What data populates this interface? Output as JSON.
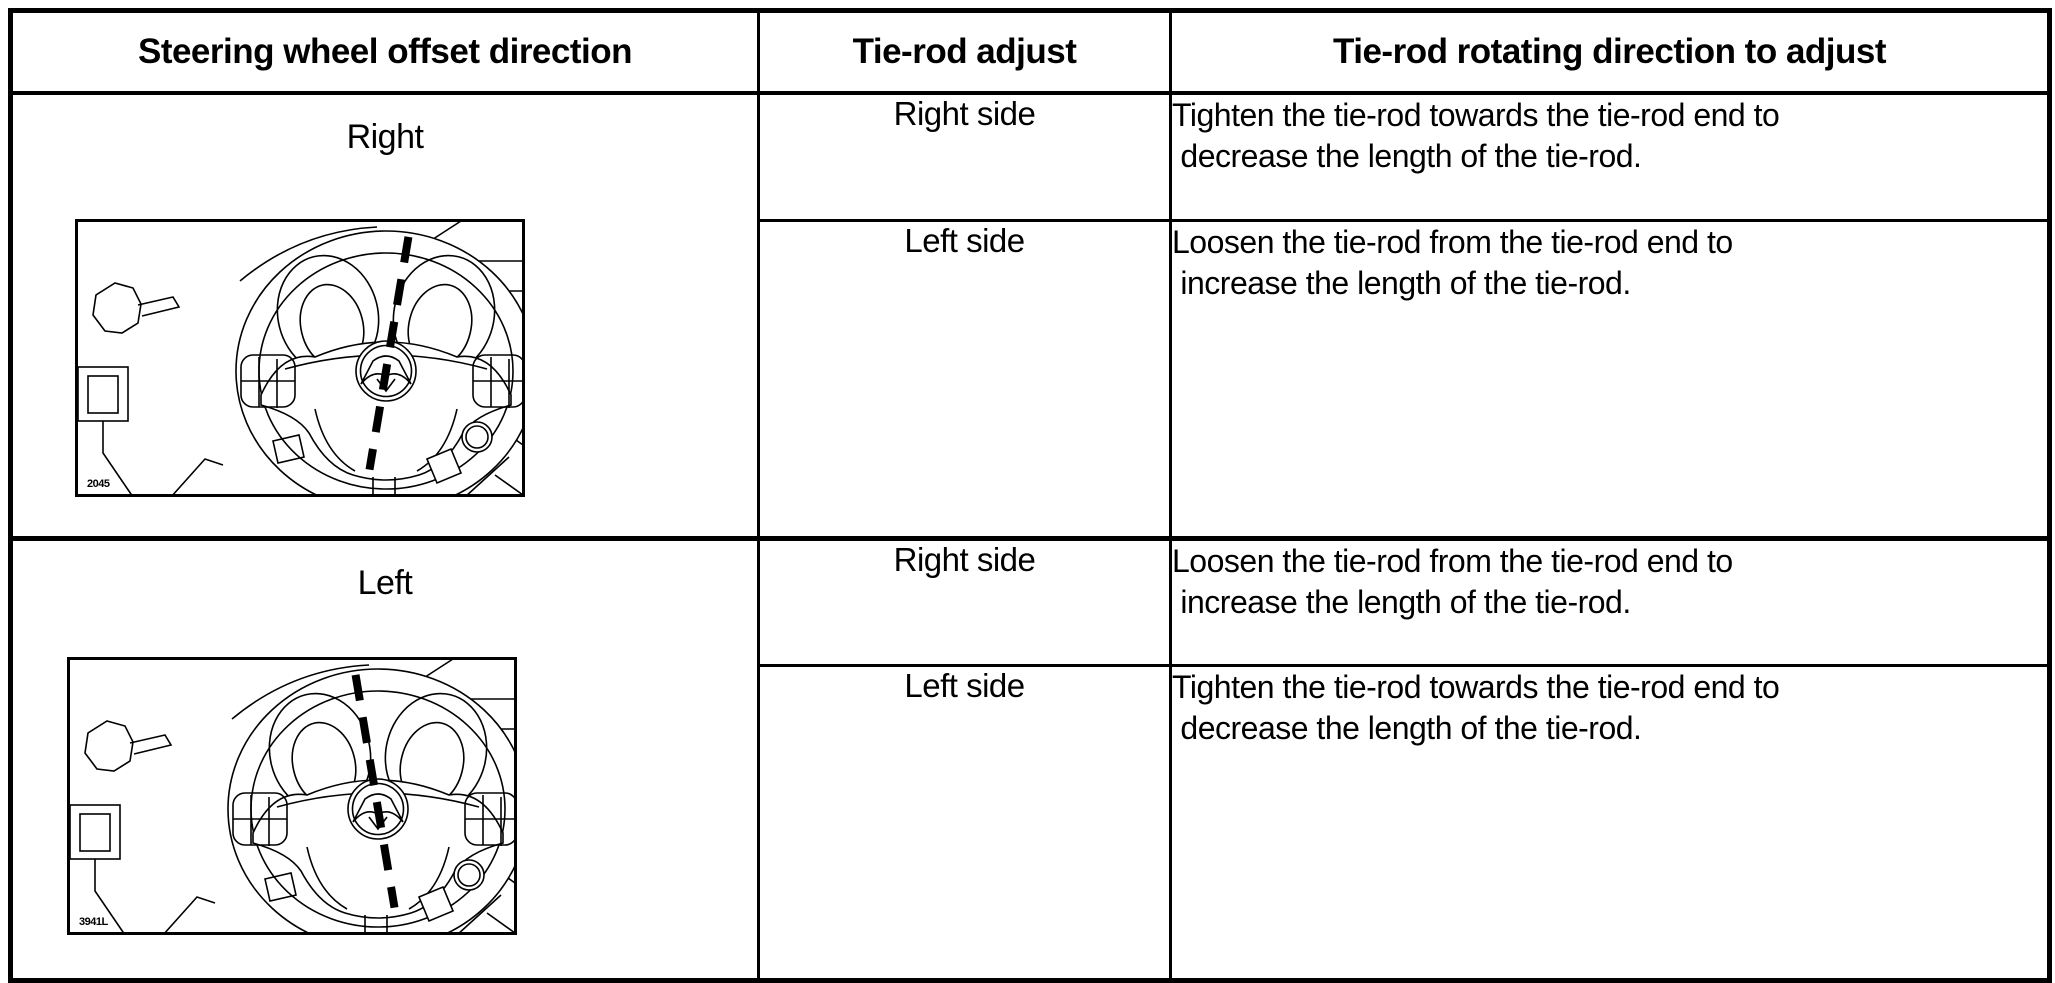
{
  "table": {
    "headers": [
      "Steering wheel offset direction",
      "Tie-rod adjust",
      "Tie-rod rotating direction to adjust"
    ],
    "rows": [
      {
        "offset_direction": "Right",
        "figure": {
          "code": "2045",
          "dash_tilt_deg": 9.5
        },
        "adjustments": [
          {
            "side": "Right side",
            "instruction": "Tighten the tie-rod towards the tie-rod end to\n decrease the length of the tie-rod."
          },
          {
            "side": "Left side",
            "instruction": "Loosen the tie-rod from the tie-rod end to\n increase the length of the tie-rod."
          }
        ]
      },
      {
        "offset_direction": "Left",
        "figure": {
          "code": "3941L",
          "dash_tilt_deg": -9.5
        },
        "adjustments": [
          {
            "side": "Right side",
            "instruction": "Loosen the tie-rod from the tie-rod end to\n increase the length of the tie-rod."
          },
          {
            "side": "Left side",
            "instruction": "Tighten the tie-rod towards the tie-rod end to\n decrease the length of the tie-rod."
          }
        ]
      }
    ]
  },
  "colors": {
    "line": "#000000",
    "background": "#ffffff",
    "text": "#000000"
  }
}
